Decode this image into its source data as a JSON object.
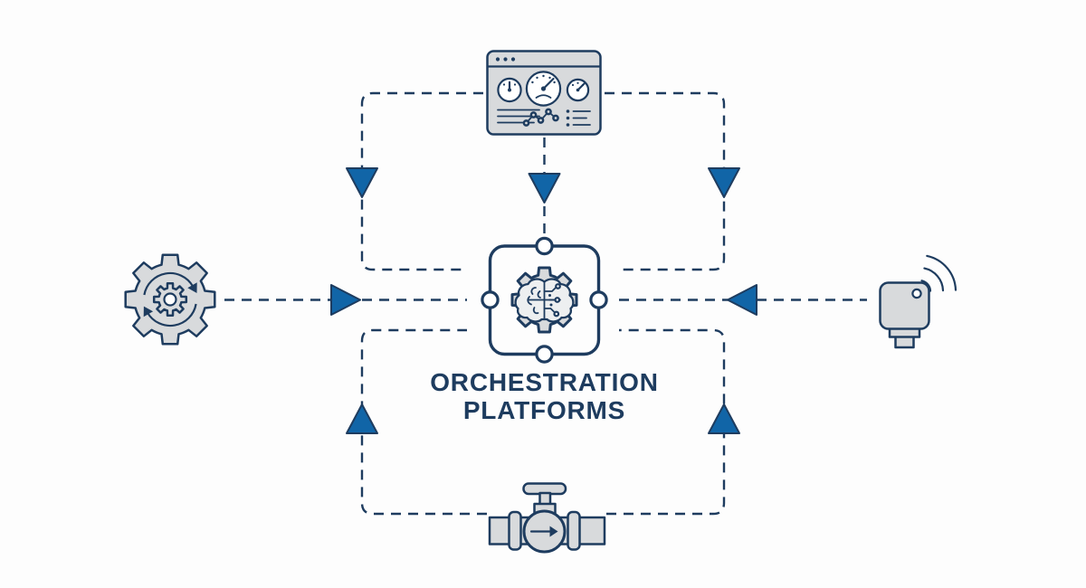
{
  "diagram": {
    "title_line1": "ORCHESTRATION",
    "title_line2": "PLATFORMS",
    "center_node": {
      "label": "ORCHESTRATION PLATFORMS",
      "icon": "brain-gear-in-rounded-frame",
      "ports": [
        "top",
        "left",
        "right",
        "bottom"
      ]
    },
    "peripheral_nodes": [
      {
        "position": "top",
        "icon": "monitoring-dashboard-gauges"
      },
      {
        "position": "left",
        "icon": "automation-gear-sync"
      },
      {
        "position": "right",
        "icon": "iot-wireless-sensor"
      },
      {
        "position": "bottom",
        "icon": "pipeline-valve-flow"
      }
    ],
    "connections": [
      {
        "from": "dashboard",
        "to": "center",
        "style": "dashed",
        "branches": 3,
        "arrow_direction": "down"
      },
      {
        "from": "gear",
        "to": "center",
        "style": "dashed",
        "branches": 1,
        "arrow_direction": "right"
      },
      {
        "from": "sensor",
        "to": "center",
        "style": "dashed",
        "branches": 1,
        "arrow_direction": "left"
      },
      {
        "from": "valve",
        "to": "center",
        "style": "dashed",
        "branches": 2,
        "arrow_direction": "up"
      }
    ]
  },
  "colors": {
    "navy": "#1e3c5f",
    "arrow_blue": "#1165a7",
    "icon_fill": "#d8dadc",
    "brain_fill": "#edeff0",
    "background": "#fdfdfd"
  }
}
